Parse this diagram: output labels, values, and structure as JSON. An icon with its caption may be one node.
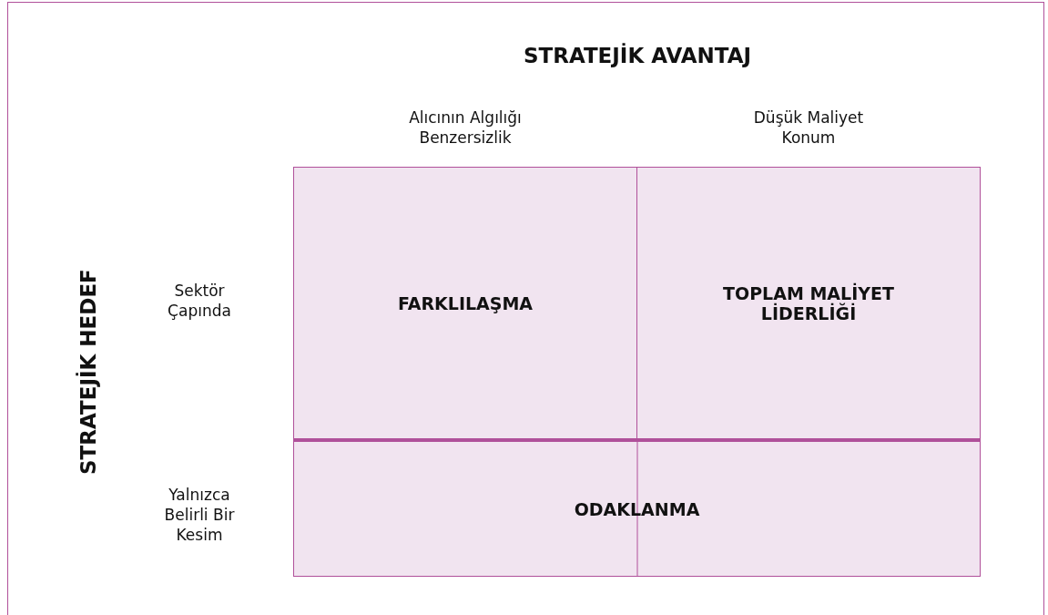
{
  "diagram": {
    "nodes": [
      {
        "text": [
          "FARKLILAŞMA"
        ]
      },
      {
        "text": [
          "TOPLAM MALİYET LİDERLİĞİ"
        ]
      },
      {
        "text": [
          "ODAKLANMA"
        ]
      }
    ],
    "labels": [
      "STRATEJİK AVANTAJ",
      "Alıcının Algılığı Benzersizlik",
      "Düşük Maliyet Konum",
      "STRATEJİK HEDEF",
      "Sektör Çapında",
      "Yalnızca Belirli Bir Kesim"
    ]
  }
}
